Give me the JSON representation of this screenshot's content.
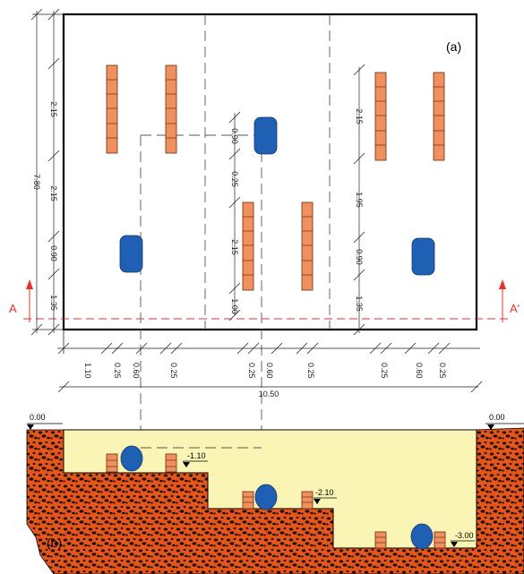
{
  "plan": {
    "panel_label": "(a)",
    "section_marker_left": "A",
    "section_marker_right": "A'",
    "vertical_dims_left": [
      "2.15",
      "2.15",
      "0.90",
      "1.35"
    ],
    "total_height": "7.80",
    "vertical_dims_middle": [
      "0.90",
      "0.25",
      "2.15",
      "1.00"
    ],
    "vertical_dims_right": [
      "2.15",
      "1.95",
      "0.90",
      "1.35"
    ],
    "horizontal_dims": [
      "1.10",
      "0.25",
      "0.60",
      "0.25",
      "0.25",
      "0.60",
      "0.25",
      "0.25",
      "0.60",
      "0.25"
    ],
    "total_width": "10.50"
  },
  "section": {
    "panel_label": "(b)",
    "level_left": "0.00",
    "level_right": "0.00",
    "level_terrace_1": "-1.10",
    "level_terrace_2": "-2.10",
    "level_terrace_3": "-3.00"
  },
  "colors": {
    "brick": "#f0905e",
    "pipe": "#1f5fb4",
    "sand": "#fbf5b5",
    "soil": "#e4561c",
    "section_line": "#e8302a"
  }
}
